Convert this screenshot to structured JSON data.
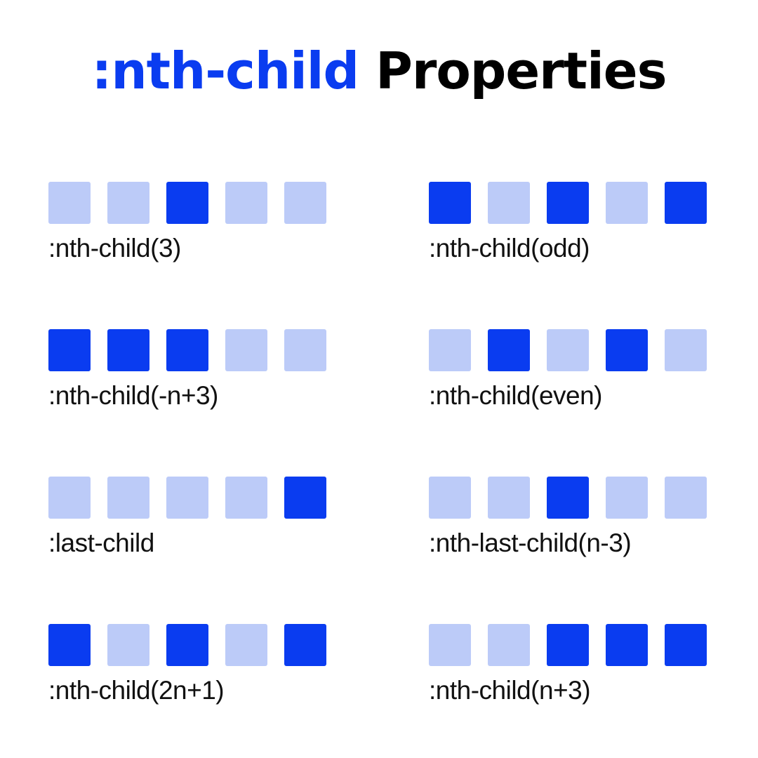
{
  "title": {
    "accent": ":nth-child",
    "rest": "Properties"
  },
  "colors": {
    "selected": "#0a3cf0",
    "unselected": "#bccbf8"
  },
  "examples": [
    {
      "label": ":nth-child(3)",
      "selected": [
        false,
        false,
        true,
        false,
        false
      ]
    },
    {
      "label": ":nth-child(odd)",
      "selected": [
        true,
        false,
        true,
        false,
        true
      ]
    },
    {
      "label": ":nth-child(-n+3)",
      "selected": [
        true,
        true,
        true,
        false,
        false
      ]
    },
    {
      "label": ":nth-child(even)",
      "selected": [
        false,
        true,
        false,
        true,
        false
      ]
    },
    {
      "label": ":last-child",
      "selected": [
        false,
        false,
        false,
        false,
        true
      ]
    },
    {
      "label": ":nth-last-child(n-3)",
      "selected": [
        false,
        false,
        true,
        false,
        false
      ]
    },
    {
      "label": ":nth-child(2n+1)",
      "selected": [
        true,
        false,
        true,
        false,
        true
      ]
    },
    {
      "label": ":nth-child(n+3)",
      "selected": [
        false,
        false,
        true,
        true,
        true
      ]
    }
  ]
}
